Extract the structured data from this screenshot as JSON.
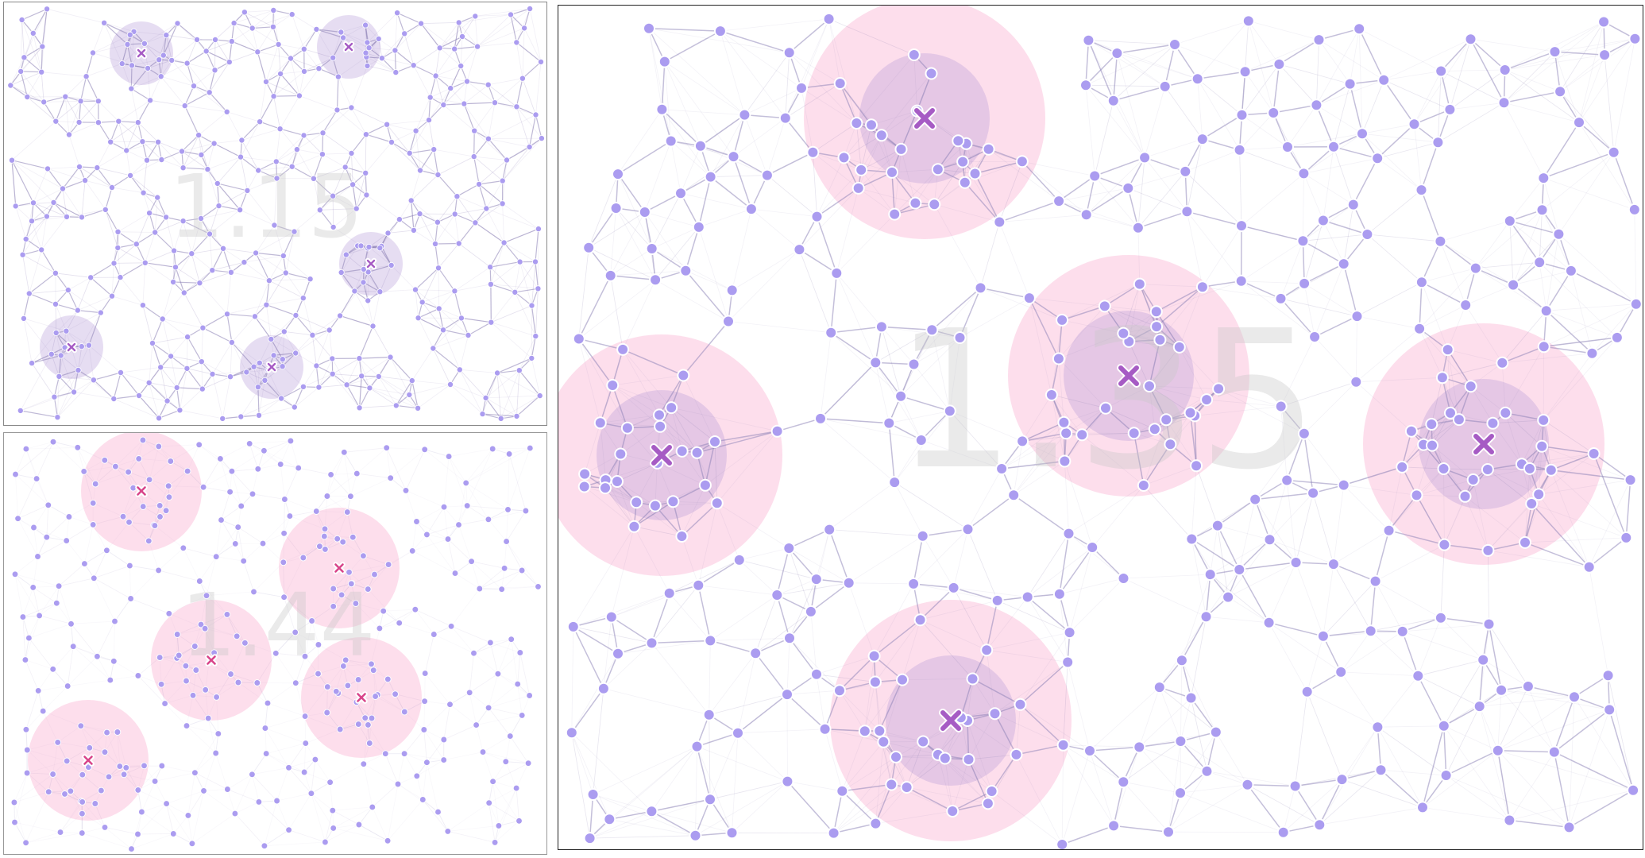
{
  "colors": {
    "node": "#ab9cf0",
    "node_stroke": "#ffffff",
    "edge": "#8a7fb5",
    "cluster_circle": "#b79fda",
    "zone_circle": "#fbc3dc",
    "marker_purple": "#a65bc4",
    "marker_pink": "#d8458a",
    "watermark": "#c9c9c9"
  },
  "panels": {
    "top_left": {
      "watermark": "1.15"
    },
    "bottom_left": {
      "watermark": "1.44"
    },
    "main": {
      "watermark": "1.35"
    }
  },
  "icons": {
    "marker": "x-cross-marker",
    "node": "circle-node"
  }
}
